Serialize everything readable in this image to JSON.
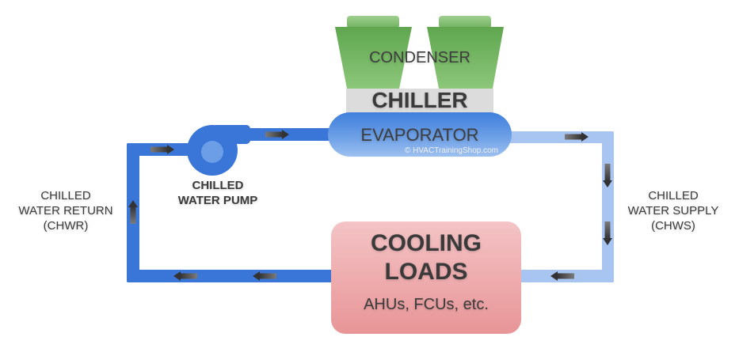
{
  "diagram": {
    "title": "Chilled Water Loop",
    "colors": {
      "return_pipe": "#3a76d8",
      "supply_pipe": "#a8c5f2",
      "condenser": "#6aad5a",
      "chiller_band": "#dcdcdc",
      "evaporator": "#4a86de",
      "cooling_loads": "#f0a8aa",
      "arrow": "#444444"
    },
    "condenser": {
      "label": "CONDENSER"
    },
    "chiller": {
      "label": "CHILLER"
    },
    "evaporator": {
      "label": "EVAPORATOR",
      "copyright": "© HVACTrainingShop.com"
    },
    "pump": {
      "line1": "CHILLED",
      "line2": "WATER PUMP"
    },
    "cooling_loads": {
      "line1": "COOLING",
      "line2": "LOADS",
      "subtitle": "AHUs, FCUs, etc."
    },
    "return_label": {
      "line1": "CHILLED",
      "line2": "WATER RETURN",
      "line3": "(CHWR)"
    },
    "supply_label": {
      "line1": "CHILLED",
      "line2": "WATER SUPPLY",
      "line3": "(CHWS)"
    },
    "flow_arrows": [
      {
        "name": "arrow-return-to-pump",
        "direction": "right"
      },
      {
        "name": "arrow-pump-to-evaporator",
        "direction": "right"
      },
      {
        "name": "arrow-evaporator-out",
        "direction": "right"
      },
      {
        "name": "arrow-supply-down-1",
        "direction": "down"
      },
      {
        "name": "arrow-supply-down-2",
        "direction": "down"
      },
      {
        "name": "arrow-supply-to-loads",
        "direction": "left"
      },
      {
        "name": "arrow-return-left-1",
        "direction": "left"
      },
      {
        "name": "arrow-return-left-2",
        "direction": "left"
      },
      {
        "name": "arrow-return-up",
        "direction": "up"
      }
    ]
  }
}
